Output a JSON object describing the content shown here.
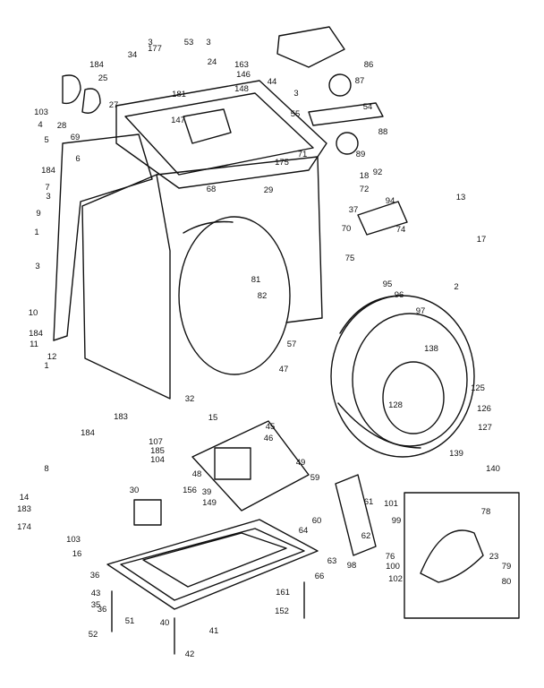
{
  "diagram": {
    "callouts": [
      "3",
      "177",
      "53",
      "3",
      "184",
      "34",
      "24",
      "163",
      "25",
      "146",
      "181",
      "148",
      "44",
      "86",
      "87",
      "3",
      "54",
      "55",
      "88",
      "89",
      "71",
      "92",
      "18",
      "103",
      "28",
      "27",
      "4",
      "69",
      "5",
      "6",
      "147",
      "175",
      "184",
      "7",
      "3",
      "9",
      "1",
      "68",
      "29",
      "72",
      "37",
      "94",
      "13",
      "17",
      "74",
      "70",
      "75",
      "3",
      "81",
      "82",
      "2",
      "10",
      "184",
      "11",
      "95",
      "96",
      "97",
      "57",
      "12",
      "1",
      "47",
      "32",
      "138",
      "125",
      "128",
      "126",
      "127",
      "15",
      "183",
      "184",
      "107",
      "185",
      "104",
      "45",
      "46",
      "49",
      "139",
      "140",
      "8",
      "48",
      "30",
      "156",
      "39",
      "149",
      "14",
      "183",
      "59",
      "60",
      "61",
      "101",
      "78",
      "99",
      "174",
      "103",
      "16",
      "62",
      "98",
      "63",
      "76",
      "100",
      "102",
      "23",
      "79",
      "80",
      "64",
      "36",
      "43",
      "35",
      "66",
      "161",
      "152",
      "36",
      "51",
      "52",
      "40",
      "41",
      "42"
    ]
  }
}
